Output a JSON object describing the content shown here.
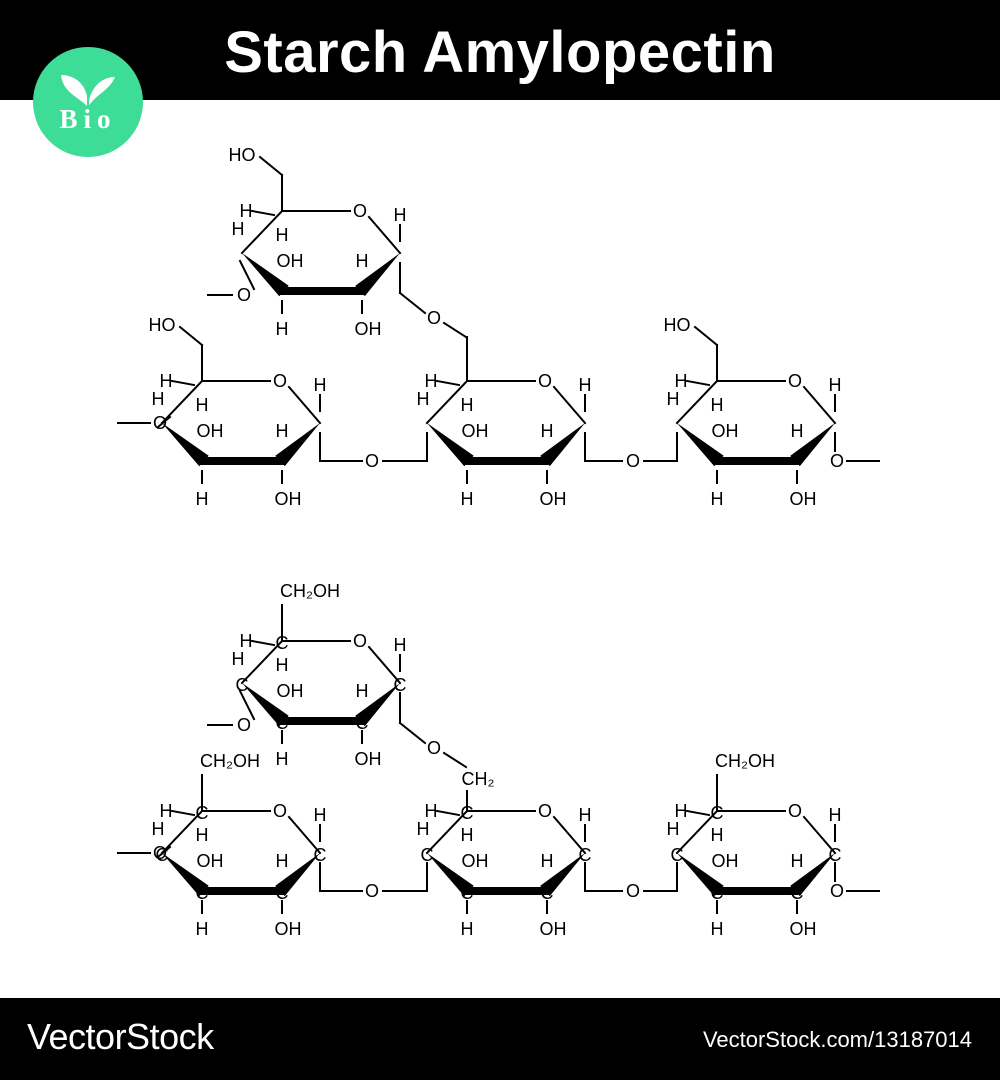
{
  "header": {
    "title": "Starch Amylopectin"
  },
  "logo": {
    "text": "Bio",
    "color": "#3ddc97"
  },
  "footer": {
    "brand": "VectorStock",
    "url": "VectorStock.com/13187014"
  },
  "structures": [
    {
      "notation": "skeletal",
      "labels": {
        "ring_oxygen": "O",
        "hydrogen": "H",
        "hydroxyl": "OH",
        "hydroxymethyl": "HO",
        "bridge_oxygen": "O"
      }
    },
    {
      "notation": "full",
      "labels": {
        "ring_oxygen": "O",
        "carbon": "C",
        "hydrogen": "H",
        "hydroxyl": "OH",
        "hydroxymethyl": "CH₂OH",
        "methylene": "CH₂",
        "bridge_oxygen": "O"
      }
    }
  ]
}
